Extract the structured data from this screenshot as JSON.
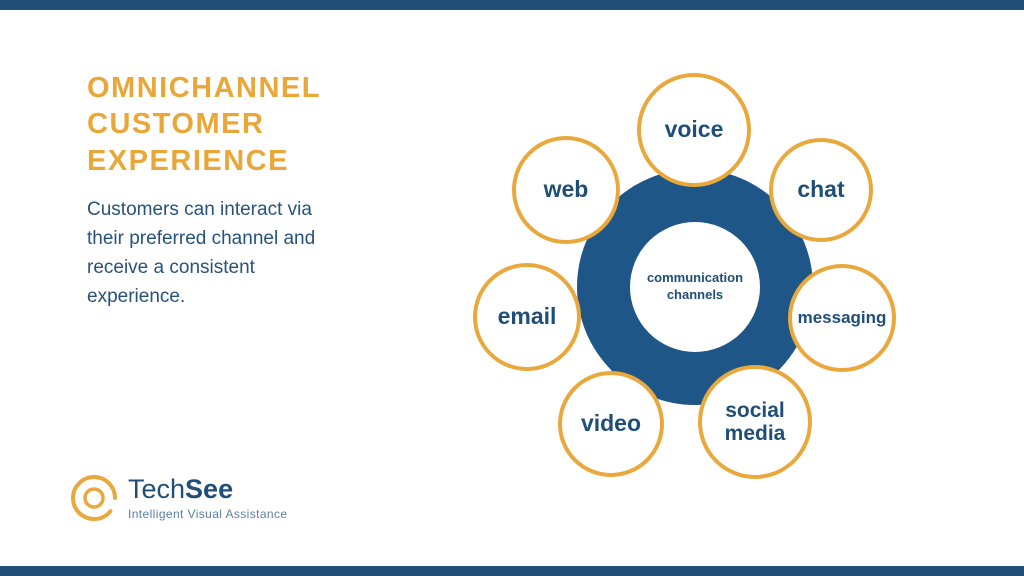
{
  "colors": {
    "accent_orange": "#E9A83C",
    "title_gold": "#EAA739",
    "brand_blue_dark": "#1F4E79",
    "hub_blue": "#1E5687",
    "border_bar_navy": "#1F4E79"
  },
  "header": {
    "title": "OMNICHANNEL CUSTOMER EXPERIENCE",
    "description": "Customers can interact via their preferred channel and receive a consistent experience."
  },
  "diagram": {
    "center_label": "communication channels",
    "satellites": [
      {
        "id": "voice",
        "label": "voice"
      },
      {
        "id": "chat",
        "label": "chat"
      },
      {
        "id": "messaging",
        "label": "messaging"
      },
      {
        "id": "social-media",
        "label": "social media"
      },
      {
        "id": "video",
        "label": "video"
      },
      {
        "id": "email",
        "label": "email"
      },
      {
        "id": "web",
        "label": "web"
      }
    ]
  },
  "logo": {
    "brand_first": "Tech",
    "brand_second": "See",
    "tagline": "Intelligent Visual Assistance"
  }
}
